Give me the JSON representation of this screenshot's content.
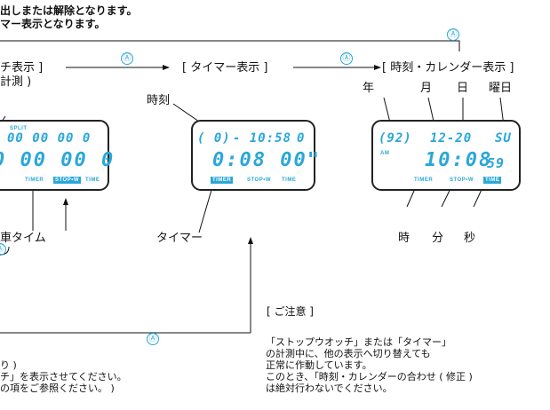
{
  "header": {
    "line1": "出しまたは解除となります。",
    "line2": "マー表示となります。"
  },
  "button_symbol": "Ⓐ",
  "modes": {
    "stopwatch_partial": "チ表示 ]",
    "measure_partial": "計測 )",
    "timer": "[ タイマー表示 ]",
    "clock_calendar": "[ 時刻・カレンダー表示 ]"
  },
  "labels": {
    "year": "年",
    "month": "月",
    "day": "日",
    "weekday": "曜日",
    "time": "時刻",
    "hour": "時",
    "minute": "分",
    "second": "秒",
    "timer_label": "タイマー",
    "lap_partial": "車タイム"
  },
  "display1": {
    "split": "SPLIT",
    "top": "00 00 00 0",
    "bottom": "0 00 00 0",
    "foot1": "TIMER",
    "foot2": "STOP•W",
    "foot3": "TIME"
  },
  "display2": {
    "top_left": "( 0)",
    "top_mid": "- 10:58",
    "top_right": "0",
    "main": "0:08 00\"",
    "foot1": "TIMER",
    "foot2": "STOP•W",
    "foot3": "TIME"
  },
  "display3": {
    "top_left": "(92)",
    "top_mid": "12-20",
    "top_right": "SU",
    "am": "AM",
    "main": "10:08",
    "sec": "59",
    "foot1": "TIMER",
    "foot2": "STOP•W",
    "foot3": "TIME"
  },
  "caution": {
    "title": "[ ご注意 ]",
    "lines": [
      "「ストップウオッチ」または「タイマー」",
      "の計測中に、他の表示へ切り替えても",
      "正常に作動しています。",
      "このとき、「時刻・カレンダーの合わせ ( 修正 )",
      "は絶対行わないでください。"
    ]
  },
  "footer": {
    "line1": "り )",
    "line2": "チ」を表示させてください。",
    "line3": "の項をご参照ください。 )"
  }
}
